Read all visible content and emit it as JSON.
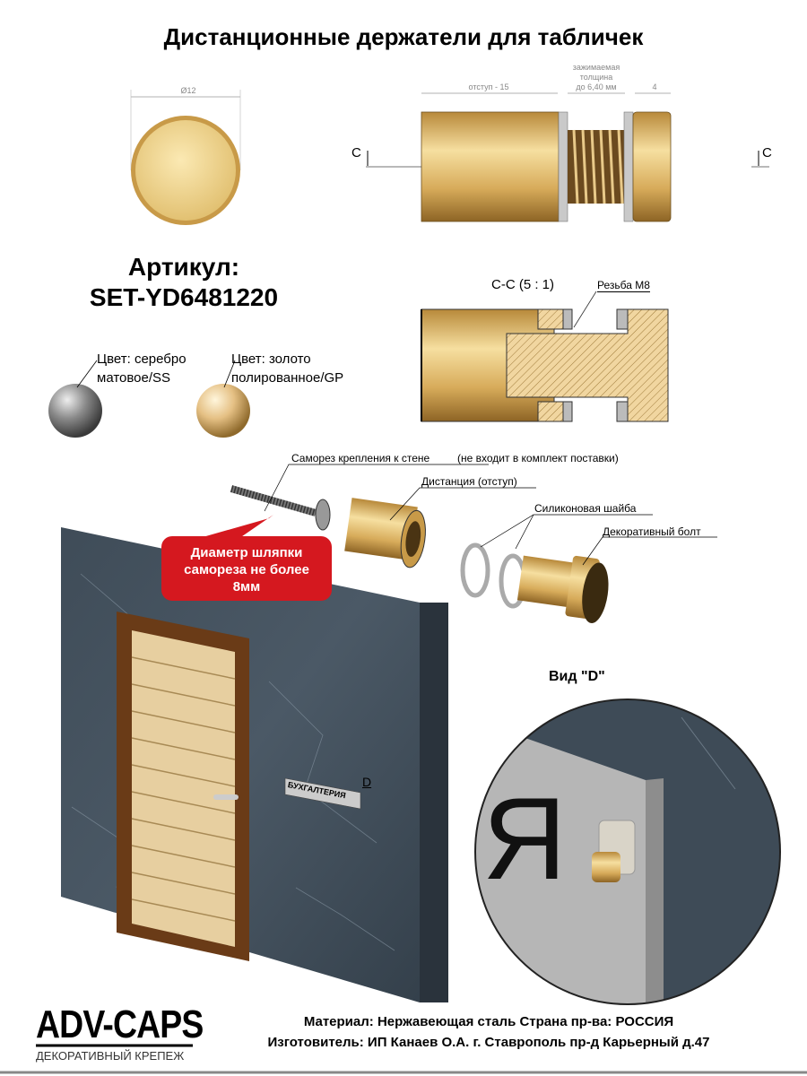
{
  "title": "Дистанционные держатели для табличек",
  "article": {
    "label": "Артикул:",
    "code": "SET-YD6481220"
  },
  "front_view": {
    "diameter": "Ø12"
  },
  "side_view": {
    "offset_dim": "отступ - 15",
    "clamp_dim": [
      "зажимаемая",
      "толщина",
      "до 6,40 мм"
    ],
    "head_dim": "4",
    "section_mark": "C"
  },
  "section": {
    "label": "C-C (5 : 1)",
    "thread": "Резьба М8"
  },
  "colors": [
    {
      "line1": "Цвет: серебро",
      "line2": "матовое/SS",
      "hex": "#9a9a9a"
    },
    {
      "line1": "Цвет: золото",
      "line2": "полированное/GP",
      "hex": "#d9b56e"
    }
  ],
  "parts": {
    "screw": "Саморез крепления к стене",
    "screw_note": "(не входит в комплект поставки)",
    "spacer": "Дистанция (отступ)",
    "washer": "Силиконовая шайба",
    "bolt": "Декоративный болт"
  },
  "callout": [
    "Диаметр шляпки",
    "самореза не более",
    "8мм"
  ],
  "scene": {
    "sign": "БУХГАЛТЕРИЯ",
    "view_mark": "D"
  },
  "detail": {
    "title": "Вид \"D\"",
    "letter": "Я"
  },
  "footer": {
    "logo": "ADV-CAPS",
    "logo_sub": "ДЕКОРАТИВНЫЙ КРЕПЕЖ",
    "material": "Материал: Нержавеющая сталь Страна пр-ва: РОССИЯ",
    "maker": "Изготовитель: ИП Канаев О.А.  г. Ставрополь пр-д Карьерный  д.47"
  },
  "accent": "#d5181f"
}
